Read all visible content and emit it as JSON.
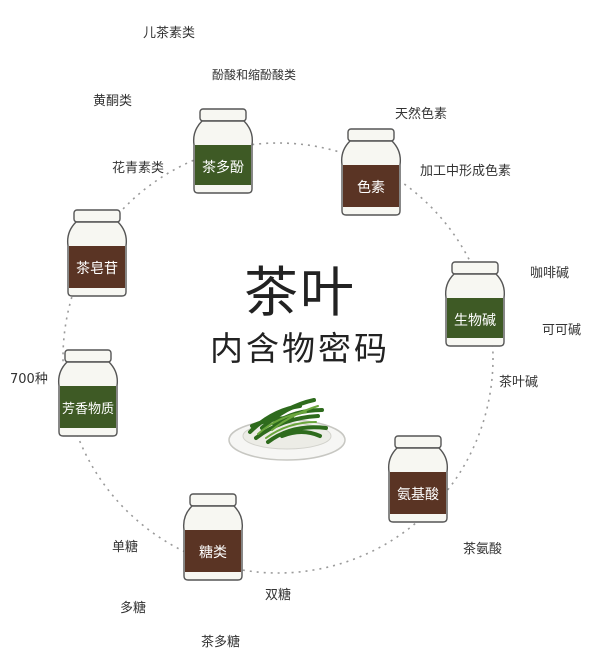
{
  "title": "茶叶",
  "subtitle": "内含物密码",
  "jars": [
    {
      "label": "茶多酚",
      "color": "#3e5a25"
    },
    {
      "label": "色素",
      "color": "#5a3424"
    },
    {
      "label": "生物碱",
      "color": "#3e5a25"
    },
    {
      "label": "氨基酸",
      "color": "#5a3424"
    },
    {
      "label": "糖类",
      "color": "#5a3424"
    },
    {
      "label": "芳香物质",
      "color": "#3e5a25"
    },
    {
      "label": "茶皂苷",
      "color": "#5a3424"
    }
  ],
  "labels": {
    "polyphenol_1": "儿茶素类",
    "polyphenol_2": "酚酸和缩酚酸类",
    "polyphenol_3": "黄酮类",
    "polyphenol_4": "花青素类",
    "pigment_1": "天然色素",
    "pigment_2": "加工中形成色素",
    "alkaloid_1": "咖啡碱",
    "alkaloid_2": "可可碱",
    "alkaloid_3": "茶叶碱",
    "amino_1": "茶氨酸",
    "sugar_1": "单糖",
    "sugar_2": "双糖",
    "sugar_3": "多糖",
    "sugar_4": "茶多糖",
    "aroma_1": "700种"
  }
}
